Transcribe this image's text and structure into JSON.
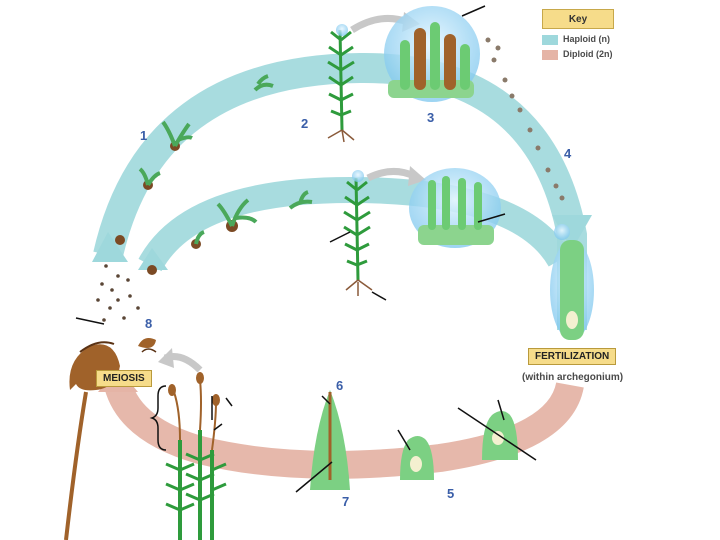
{
  "key": {
    "title": "Key",
    "haploid_label": "Haploid (n)",
    "diploid_label": "Diploid (2n)",
    "haploid_color": "#9ed8dc",
    "diploid_color": "#e5b4a6"
  },
  "steps": [
    "1",
    "2",
    "3",
    "4",
    "5",
    "6",
    "7",
    "8"
  ],
  "labels": {
    "fertilization": "FERTILIZATION",
    "fertilization_note": "(within archegonium)",
    "meiosis": "MEIOSIS"
  },
  "colors": {
    "plant_green": "#2e9b3c",
    "capsule_brown": "#a0622a",
    "gray_arrow": "#c8c8c8",
    "number_blue": "#3a5ea8",
    "label_yellow": "#f6dc8a"
  }
}
